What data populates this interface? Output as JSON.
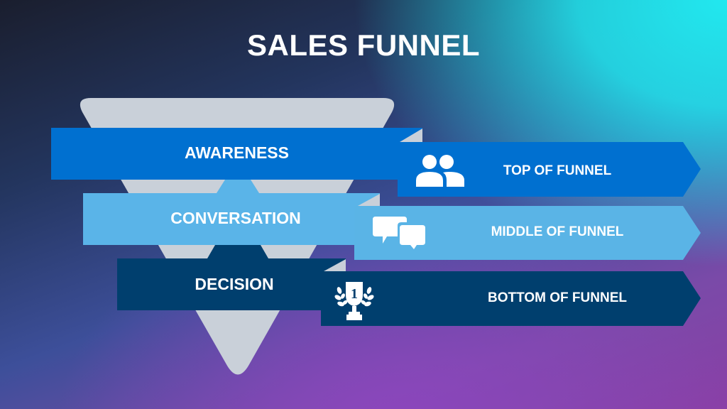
{
  "title": "SALES FUNNEL",
  "colors": {
    "funnel": "#c9d0d9",
    "awareness": "#0070d0",
    "conversation": "#5ab4e8",
    "decision": "#003f6e",
    "text": "#ffffff"
  },
  "stages": [
    {
      "stage": "AWARENESS",
      "level": "TOP OF FUNNEL",
      "icon": "people-icon"
    },
    {
      "stage": "CONVERSATION",
      "level": "MIDDLE OF FUNNEL",
      "icon": "chat-bubbles-icon"
    },
    {
      "stage": "DECISION",
      "level": "BOTTOM OF FUNNEL",
      "icon": "trophy-icon",
      "icon_text": "1"
    }
  ]
}
